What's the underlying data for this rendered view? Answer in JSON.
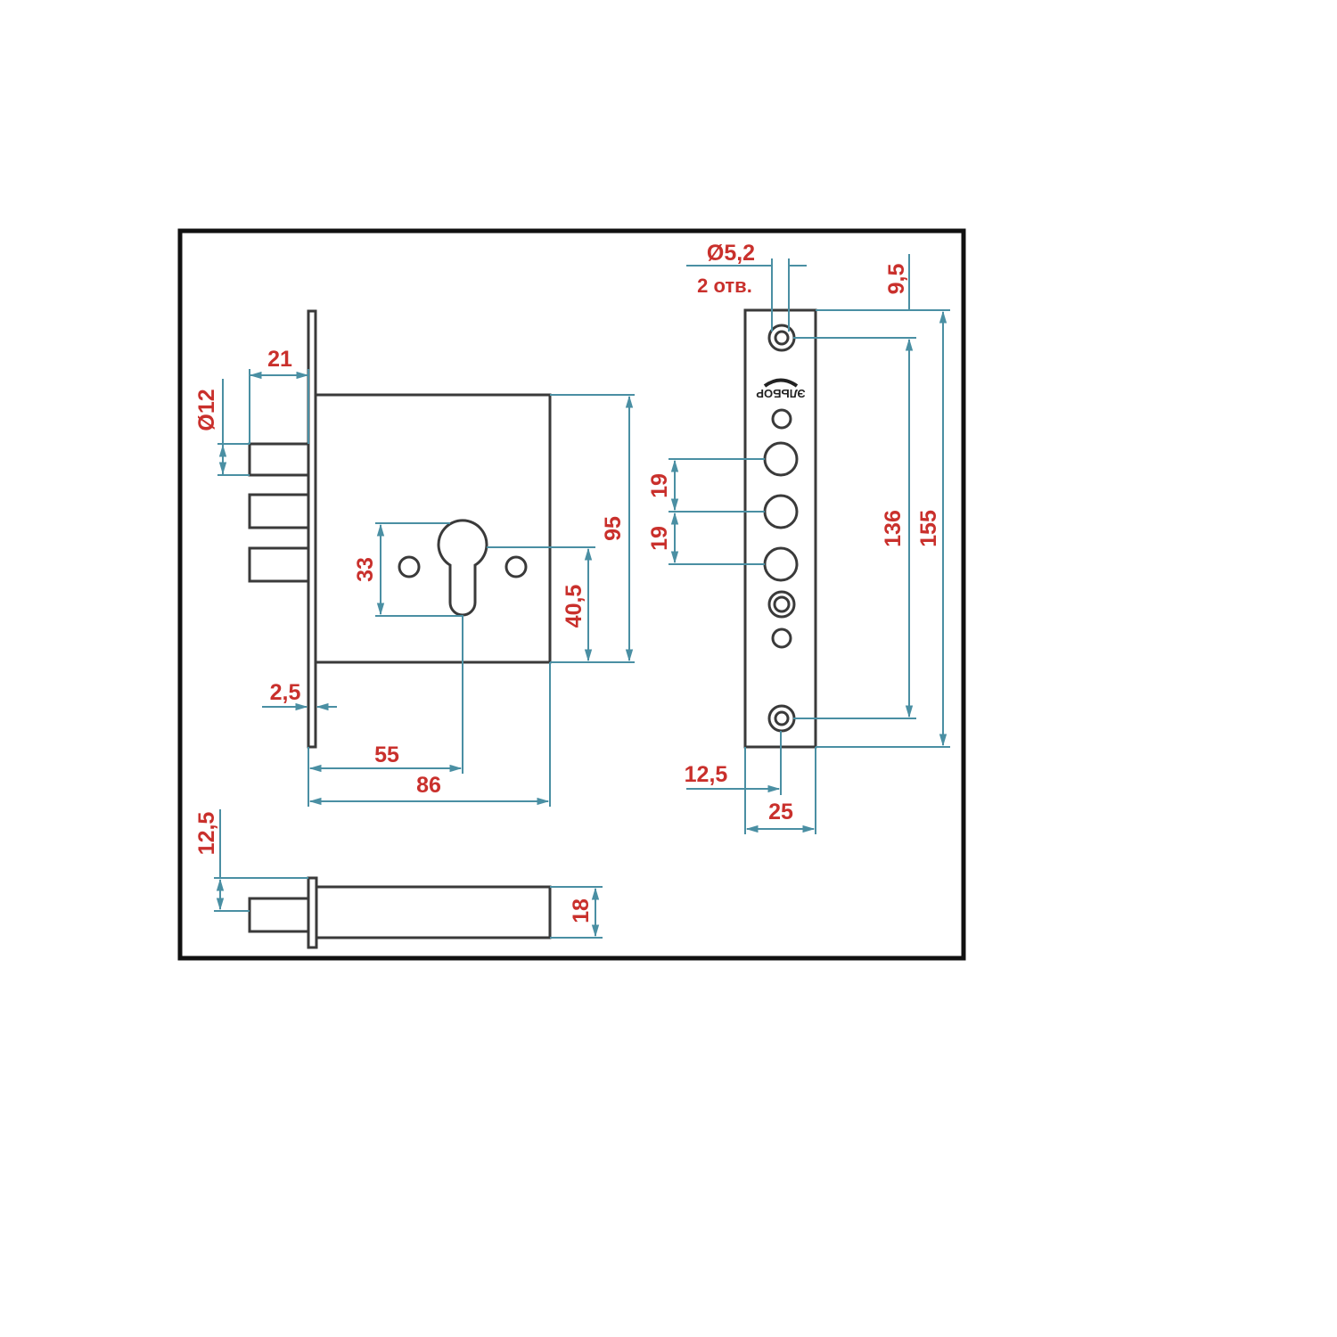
{
  "front_view": {
    "dims": {
      "bolt_length": "21",
      "bolt_diameter": "Ø12",
      "cylinder_height": "33",
      "cylinder_axis_height": "40,5",
      "body_height": "95",
      "faceplate_thickness": "2,5",
      "backset": "55",
      "body_depth": "86"
    }
  },
  "faceplate_view": {
    "logo": "ЭЛЬБОР",
    "dims": {
      "hole_diameter": "Ø5,2",
      "hole_count": "2 отв.",
      "hole_offset": "9,5",
      "hole_spacing": "136",
      "plate_length": "155",
      "bolt_spacing_1": "19",
      "bolt_spacing_2": "19",
      "hole_center": "12,5",
      "plate_width": "25"
    }
  },
  "bottom_view": {
    "dims": {
      "bolt_offset": "12,5",
      "body_thickness": "18"
    }
  },
  "colors": {
    "dimension_text": "#c9302c",
    "dimension_line": "#4a8fa3",
    "outline": "#3a3a3a"
  }
}
